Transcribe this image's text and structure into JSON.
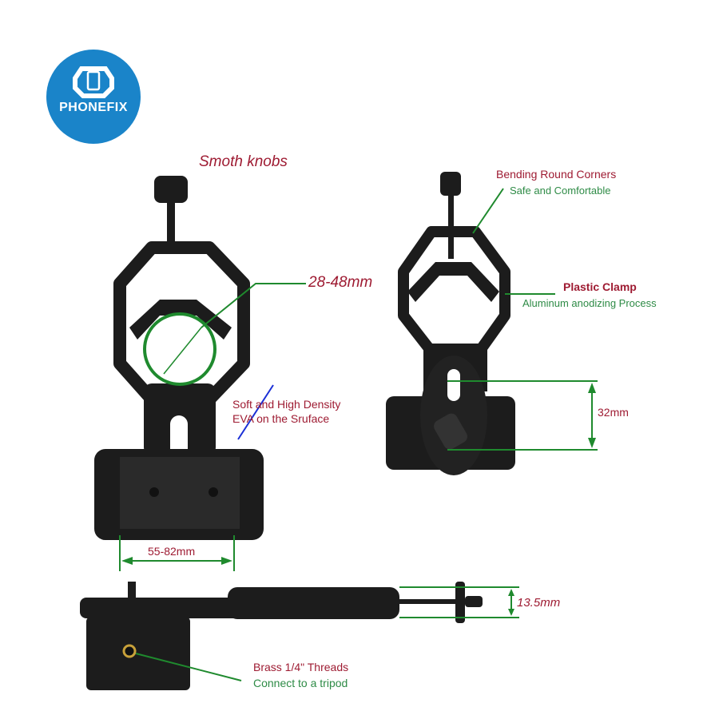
{
  "brand": {
    "name": "PHONEFIX",
    "logo_color": "#1a84c9"
  },
  "colors": {
    "label_red": "#9e1b32",
    "label_green": "#2e8b46",
    "leader_blue": "#1a2fd6",
    "product_black": "#1c1c1c"
  },
  "annotations": {
    "knobs": "Smoth knobs",
    "clamp_range": "28-48mm",
    "eva_line1": "Soft and High Density",
    "eva_line2": "EVA on the Sruface",
    "phone_width": "55-82mm",
    "corners_title": "Bending Round Corners",
    "corners_sub": "Safe and Comfortable",
    "clamp_title": "Plastic Clamp",
    "clamp_sub": "Aluminum anodizing Process",
    "slot_length": "32mm",
    "thickness": "13.5mm",
    "thread_title": "Brass 1/4\" Threads",
    "thread_sub": "Connect to a tripod"
  }
}
